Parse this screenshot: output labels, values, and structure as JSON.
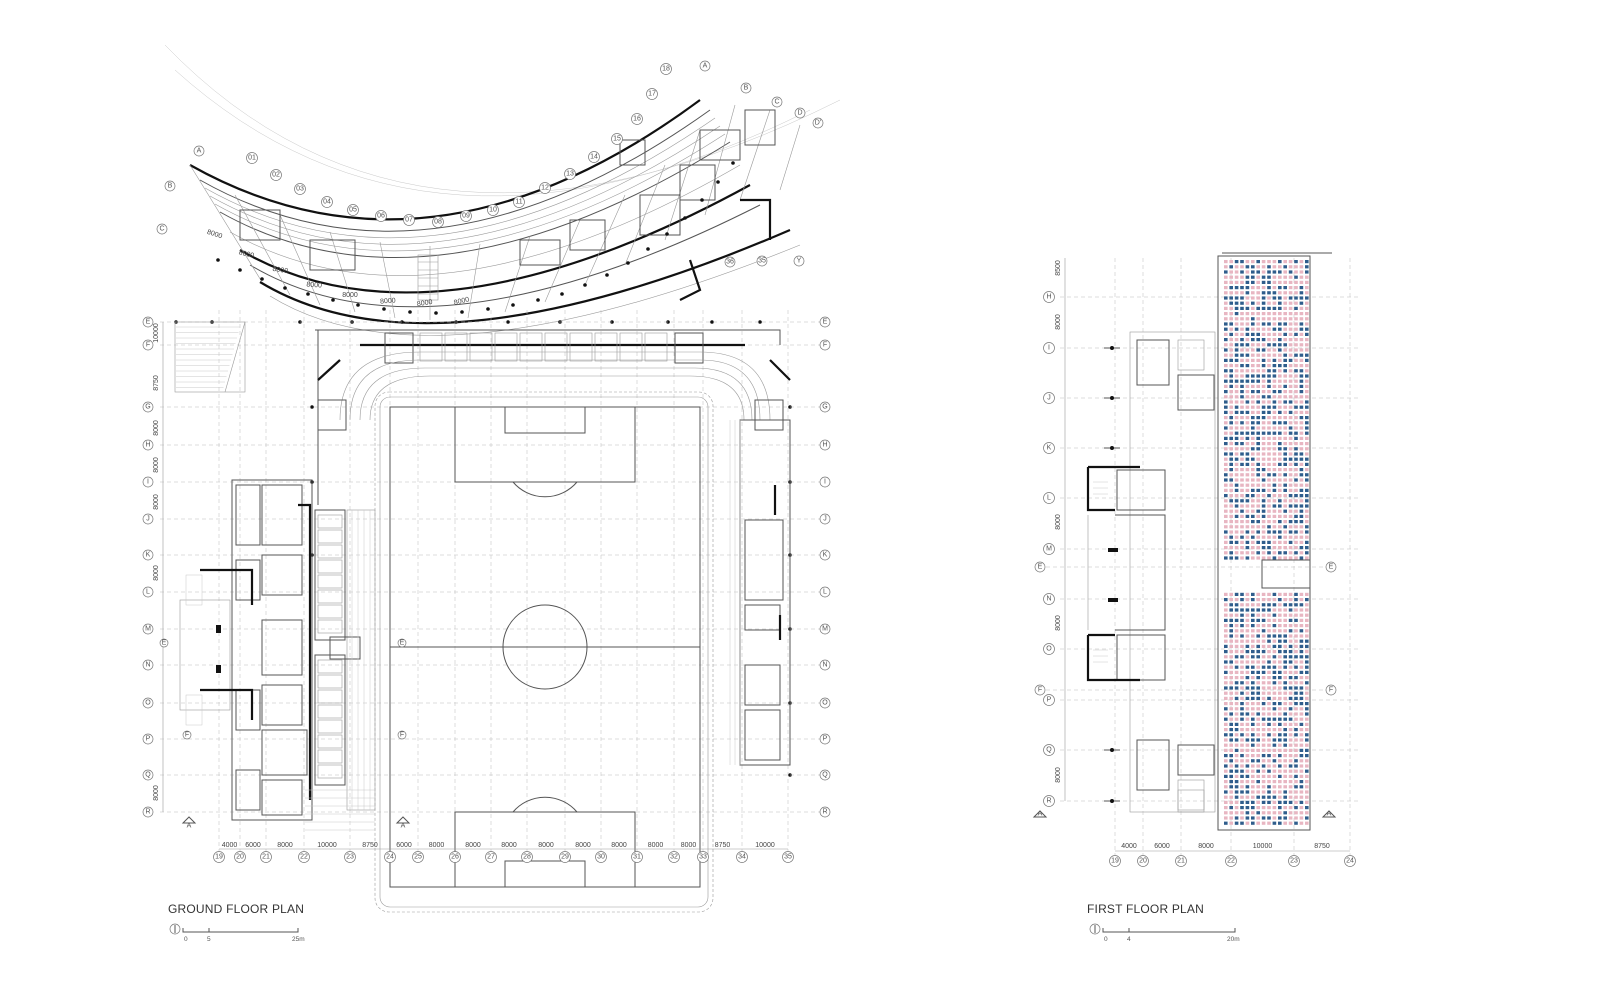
{
  "ground_plan": {
    "title": "GROUND FLOOR PLAN",
    "scale_labels": [
      "0",
      "5",
      "25m"
    ],
    "row_labels": [
      "E",
      "F",
      "G",
      "H",
      "I",
      "J",
      "K",
      "L",
      "M",
      "N",
      "O",
      "P",
      "Q",
      "R"
    ],
    "row_dims": [
      "10000",
      "8750",
      "8000",
      "8000",
      "8000",
      "8000",
      "8000"
    ],
    "col_labels": [
      "19",
      "20",
      "21",
      "22",
      "23",
      "24",
      "25",
      "26",
      "27",
      "28",
      "29",
      "30",
      "31",
      "32",
      "33",
      "34",
      "35"
    ],
    "col_dims": [
      "4000",
      "6000",
      "8000",
      "10000",
      "8750",
      "6000",
      "8000",
      "8000",
      "8000",
      "8000",
      "8000",
      "8000",
      "8000",
      "8000",
      "8750",
      "10000"
    ],
    "arc_labels": [
      "01",
      "02",
      "03",
      "04",
      "05",
      "06",
      "07",
      "08",
      "09",
      "10",
      "11",
      "12",
      "13",
      "14",
      "15",
      "16",
      "17",
      "18"
    ],
    "arc_rows": [
      "A",
      "B",
      "C"
    ],
    "arc_right": [
      "A",
      "B",
      "C",
      "D",
      "D'"
    ],
    "section_marks": [
      "E",
      "F",
      "A"
    ],
    "arc_dims": [
      "8000",
      "8000",
      "8000",
      "8000",
      "8000",
      "8000",
      "8000",
      "8000"
    ],
    "right_cols": [
      "36",
      "35",
      "Y"
    ]
  },
  "first_plan": {
    "title": "FIRST FLOOR PLAN",
    "scale_labels": [
      "0",
      "4",
      "20m"
    ],
    "row_labels": [
      "H",
      "I",
      "J",
      "K",
      "L",
      "M",
      "N",
      "O",
      "P",
      "Q",
      "R"
    ],
    "row_dims": [
      "8500",
      "8000",
      "8000",
      "8000",
      "8000"
    ],
    "col_labels": [
      "19",
      "20",
      "21",
      "22",
      "23",
      "24"
    ],
    "col_dims": [
      "4000",
      "6000",
      "8000",
      "10000",
      "8750"
    ],
    "section_marks": [
      "A",
      "E",
      "F"
    ]
  },
  "colors": {
    "seat_blue": "#2f5d8c",
    "seat_pink": "#e8b6c2",
    "line": "#111111"
  }
}
